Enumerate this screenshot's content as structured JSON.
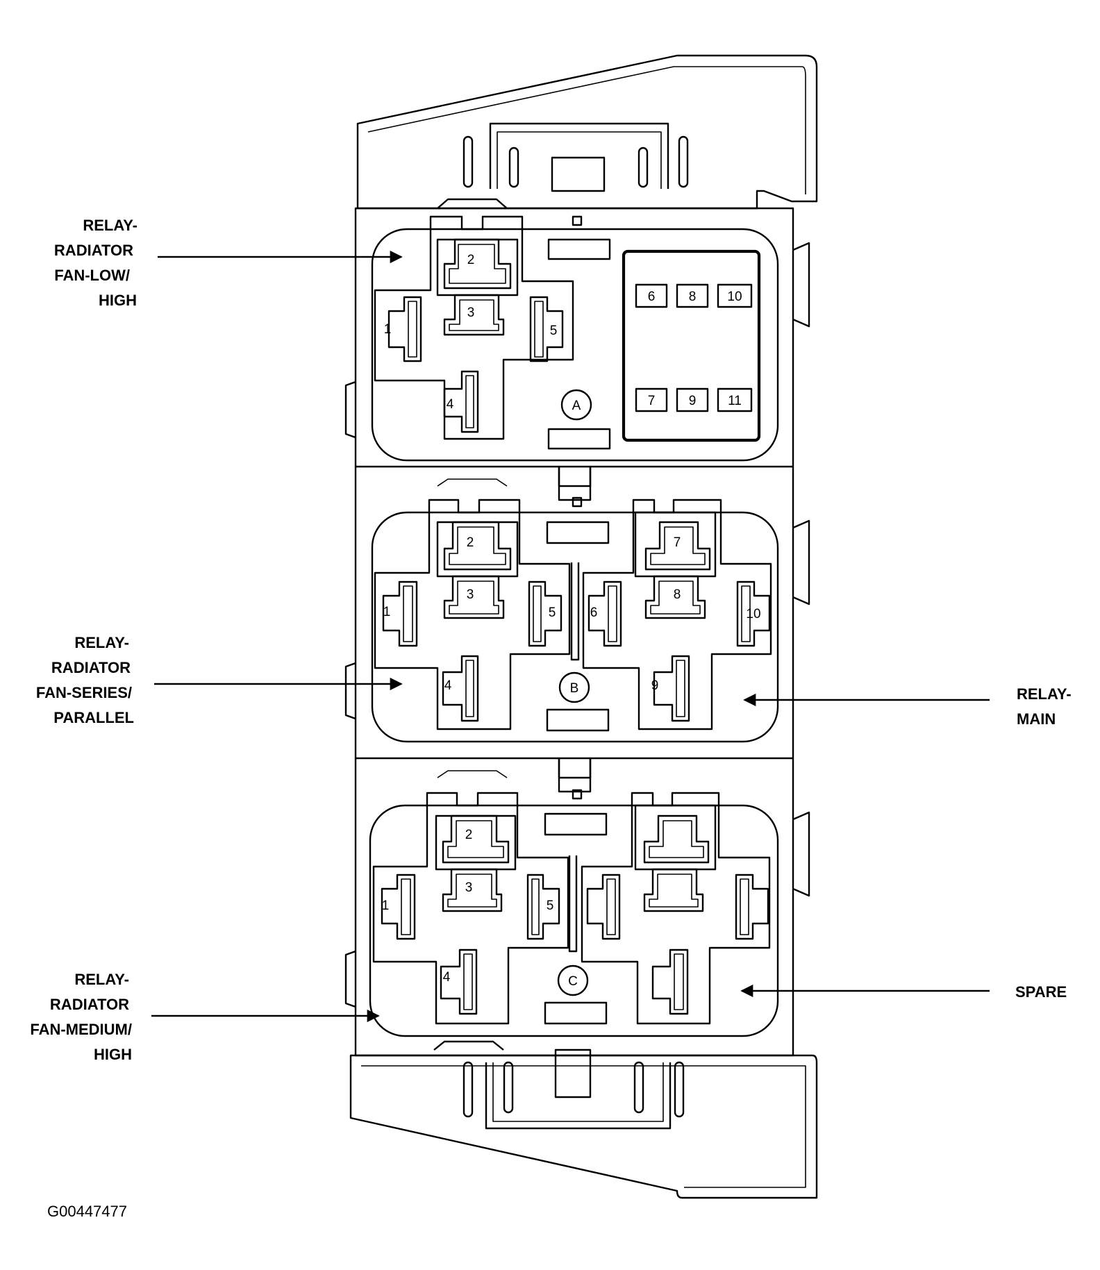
{
  "callouts": {
    "relay_low_high": [
      "RELAY-",
      "RADIATOR",
      "FAN-LOW/",
      "HIGH"
    ],
    "relay_series_parallel": [
      "RELAY-",
      "RADIATOR",
      "FAN-SERIES/",
      "PARALLEL"
    ],
    "relay_main": [
      "RELAY-",
      "MAIN"
    ],
    "relay_medium_high": [
      "RELAY-",
      "RADIATOR",
      "FAN-MEDIUM/",
      "HIGH"
    ],
    "spare": [
      "SPARE"
    ]
  },
  "sockets": {
    "a": {
      "id": "A",
      "relay_pins": [
        "1",
        "2",
        "3",
        "4",
        "5"
      ],
      "fuse_pins": [
        "6",
        "8",
        "10",
        "7",
        "9",
        "11"
      ]
    },
    "b": {
      "id": "B",
      "left_pins": [
        "1",
        "2",
        "3",
        "4",
        "5"
      ],
      "right_pins": [
        "6",
        "7",
        "8",
        "9",
        "10"
      ]
    },
    "c": {
      "id": "C",
      "left_pins": [
        "1",
        "2",
        "3",
        "4",
        "5"
      ]
    }
  },
  "figure_id": "G00447477"
}
